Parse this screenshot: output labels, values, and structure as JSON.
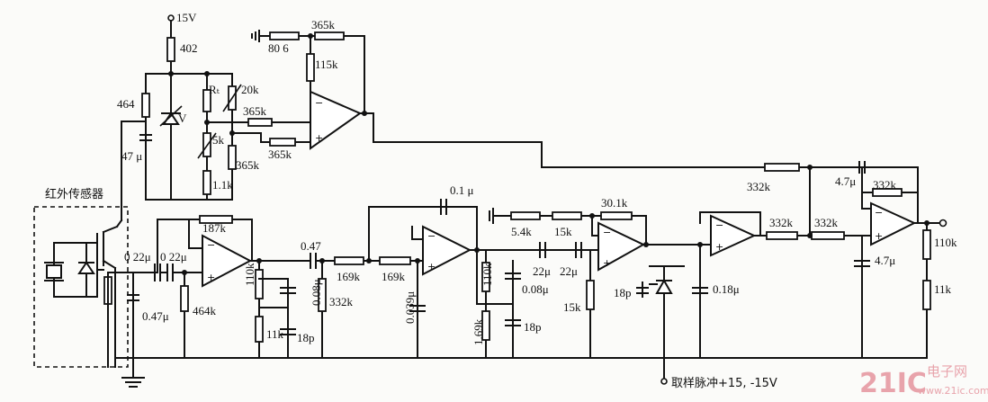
{
  "labels": {
    "v15": "15V",
    "r402": "402",
    "r464a": "464",
    "v_label": "V",
    "c47u": "47 μ",
    "rt": "Rₜ",
    "r20k": "20k",
    "r5k": "5k",
    "r1_1k": "1.1k",
    "r365k_a": "365k",
    "r365k_b": "365k",
    "r365k_c": "365k",
    "r365k_top": "365k",
    "r80_6": "80 6",
    "r115k": "115k",
    "sensor": "红外传感器",
    "c022a": "0 22μ",
    "c022b": "0 22μ",
    "r187k": "187k",
    "c047u": "0.47μ",
    "r464k": "464k",
    "c047": "0.47",
    "r110k_a": "110k",
    "r11k_a": "11k",
    "c18p_a": "18p",
    "c008_a": "0.08μ",
    "r332k_a": "332k",
    "r169k_a": "169k",
    "r169k_b": "169k",
    "c01u": "0.1 μ",
    "c0039": "0.039μ",
    "r110k_b": "110k",
    "r169k_c": "1.69k",
    "c18p_b": "18p",
    "c008_b": "0.08μ",
    "r5_4k": "5.4k",
    "r15k_a": "15k",
    "c22a": "22μ",
    "c22b": "22μ",
    "r30_1k": "30.1k",
    "r15k_b": "15k",
    "c18p_c": "18p",
    "c018": "0.18μ",
    "r332k_b": "332k",
    "r332k_c": "332k",
    "r332k_d": "332k",
    "r332k_e": "332k",
    "c4_7a": "4.7μ",
    "c4_7b": "4.7μ",
    "r110k_c": "110k",
    "r11k_b": "11k",
    "bottom_note": "取样脉冲+15, -15V"
  },
  "watermark": {
    "brand": "21IC",
    "cn": "电子网",
    "url": "www.21ic.com"
  }
}
